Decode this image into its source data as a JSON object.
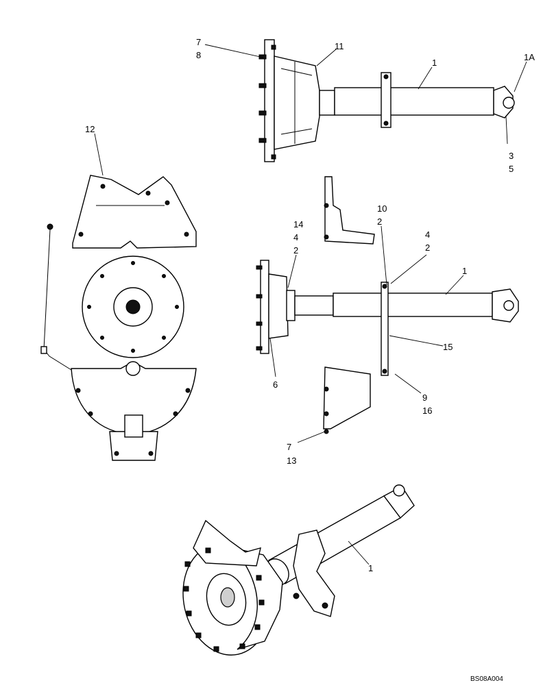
{
  "drawing_code": "BS08A004",
  "callouts": {
    "top_7": "7",
    "top_8": "8",
    "top_11": "11",
    "top_1": "1",
    "top_1A": "1A",
    "top_3": "3",
    "top_5": "5",
    "left_12": "12",
    "mid_14": "14",
    "mid_4a": "4",
    "mid_2a": "2",
    "mid_10": "10",
    "mid_2b": "2",
    "mid_4b": "4",
    "mid_2c": "2",
    "mid_1": "1",
    "mid_15": "15",
    "mid_6": "6",
    "mid_9": "9",
    "mid_16": "16",
    "mid_7": "7",
    "mid_13": "13",
    "bottom_1": "1"
  }
}
